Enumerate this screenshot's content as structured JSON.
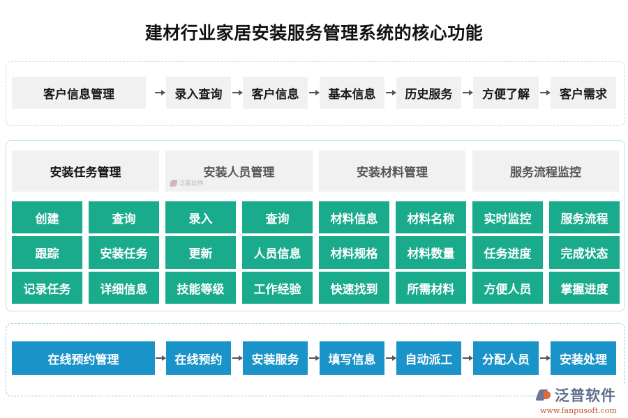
{
  "title": "建材行业家居安装服务管理系统的核心功能",
  "customer_flow": {
    "head": "客户信息管理",
    "steps": [
      "录入查询",
      "客户信息",
      "基本信息",
      "历史服务",
      "方便了解",
      "客户需求"
    ]
  },
  "modules": [
    {
      "header": "安装任务管理",
      "cells": [
        "创建",
        "查询",
        "跟踪",
        "安装任务",
        "记录任务",
        "详细信息"
      ]
    },
    {
      "header": "安装人员管理",
      "cells": [
        "录入",
        "查询",
        "更新",
        "人员信息",
        "技能等级",
        "工作经验"
      ]
    },
    {
      "header": "安装材料管理",
      "cells": [
        "材料信息",
        "材料名称",
        "材料规格",
        "材料数量",
        "快速找到",
        "所需材料"
      ]
    },
    {
      "header": "服务流程监控",
      "cells": [
        "实时监控",
        "服务流程",
        "任务进度",
        "完成状态",
        "方便人员",
        "掌握进度"
      ]
    }
  ],
  "booking_flow": {
    "head": "在线预约管理",
    "steps": [
      "在线预约",
      "安装服务",
      "填写信息",
      "自动派工",
      "分配人员",
      "安装处理"
    ]
  },
  "watermark": {
    "text": "泛普软件"
  },
  "logo": {
    "name": "泛普软件",
    "url": "www.fanpusoft.com"
  },
  "colors": {
    "module_green": "#1aab8c",
    "booking_blue": "#1a93c8",
    "header_gray": "#f1f1f1",
    "logo_orange": "#e2673b",
    "logo_slate": "#5f6e8c"
  }
}
